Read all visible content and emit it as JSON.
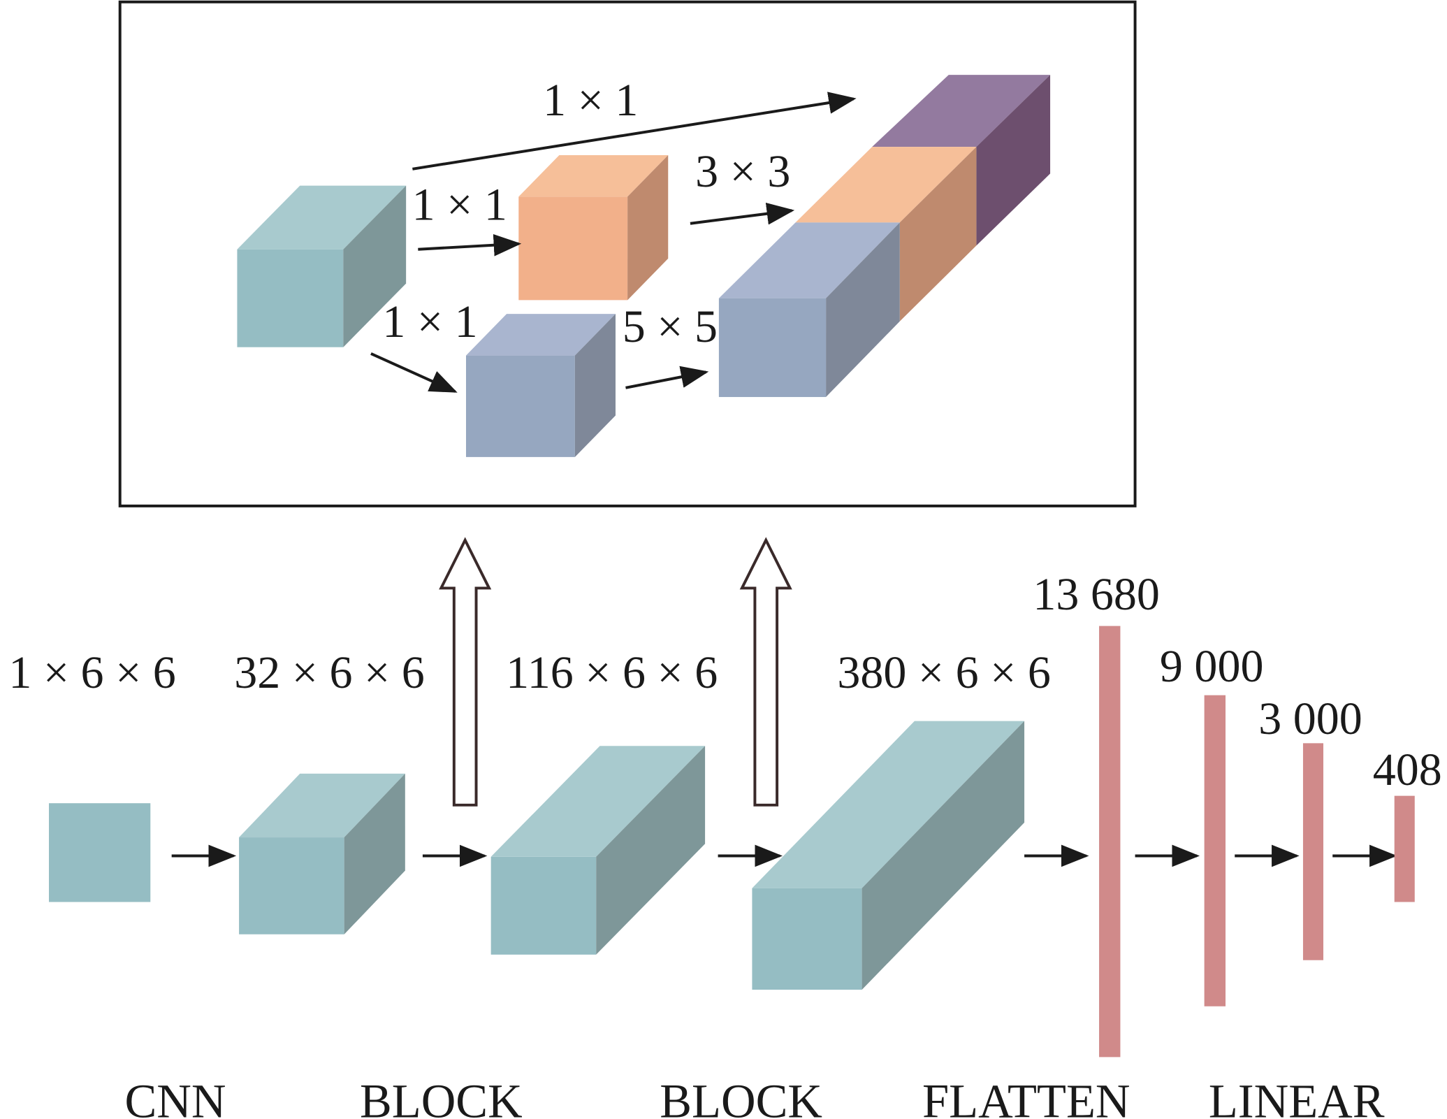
{
  "inset": {
    "labels": {
      "top_1x1": "1 × 1",
      "mid_1x1": "1 × 1",
      "conv_3x3": "3 × 3",
      "bottom_1x1": "1 × 1",
      "conv_5x5": "5 × 5"
    }
  },
  "pipeline": {
    "dims": [
      "1 × 6 × 6",
      "32 × 6 × 6",
      "116 × 6 × 6",
      "380 × 6 × 6"
    ],
    "linear_sizes": [
      "13 680",
      "9 000",
      "3 000",
      "408"
    ],
    "stages": [
      "CNN",
      "BLOCK",
      "BLOCK",
      "FLATTEN",
      "LINEAR"
    ]
  },
  "colors": {
    "feature_map": "#95bdc3",
    "branch_3x3": "#f2b08a",
    "branch_5x5": "#96a7c0",
    "branch_1x1": "#937a9f",
    "linear_layer": "#d08a8a"
  }
}
